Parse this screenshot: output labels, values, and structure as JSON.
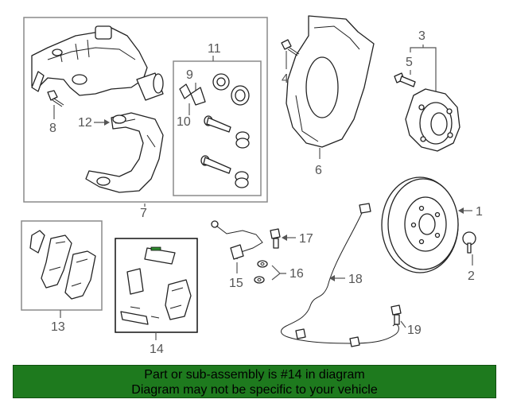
{
  "callouts": {
    "c1": "1",
    "c2": "2",
    "c3": "3",
    "c4": "4",
    "c5": "5",
    "c6": "6",
    "c7": "7",
    "c8": "8",
    "c9": "9",
    "c10": "10",
    "c11": "11",
    "c12": "12",
    "c13": "13",
    "c14": "14",
    "c15": "15",
    "c16": "16",
    "c17": "17",
    "c18": "18",
    "c19": "19"
  },
  "highlighted_part": "14",
  "banner": {
    "line1": "Part or sub-assembly is #14 in diagram",
    "line2": "Diagram may not be specific to your vehicle"
  },
  "colors": {
    "banner_bg": "#1e7a1e",
    "highlight_pad": "#2f8a2f"
  }
}
